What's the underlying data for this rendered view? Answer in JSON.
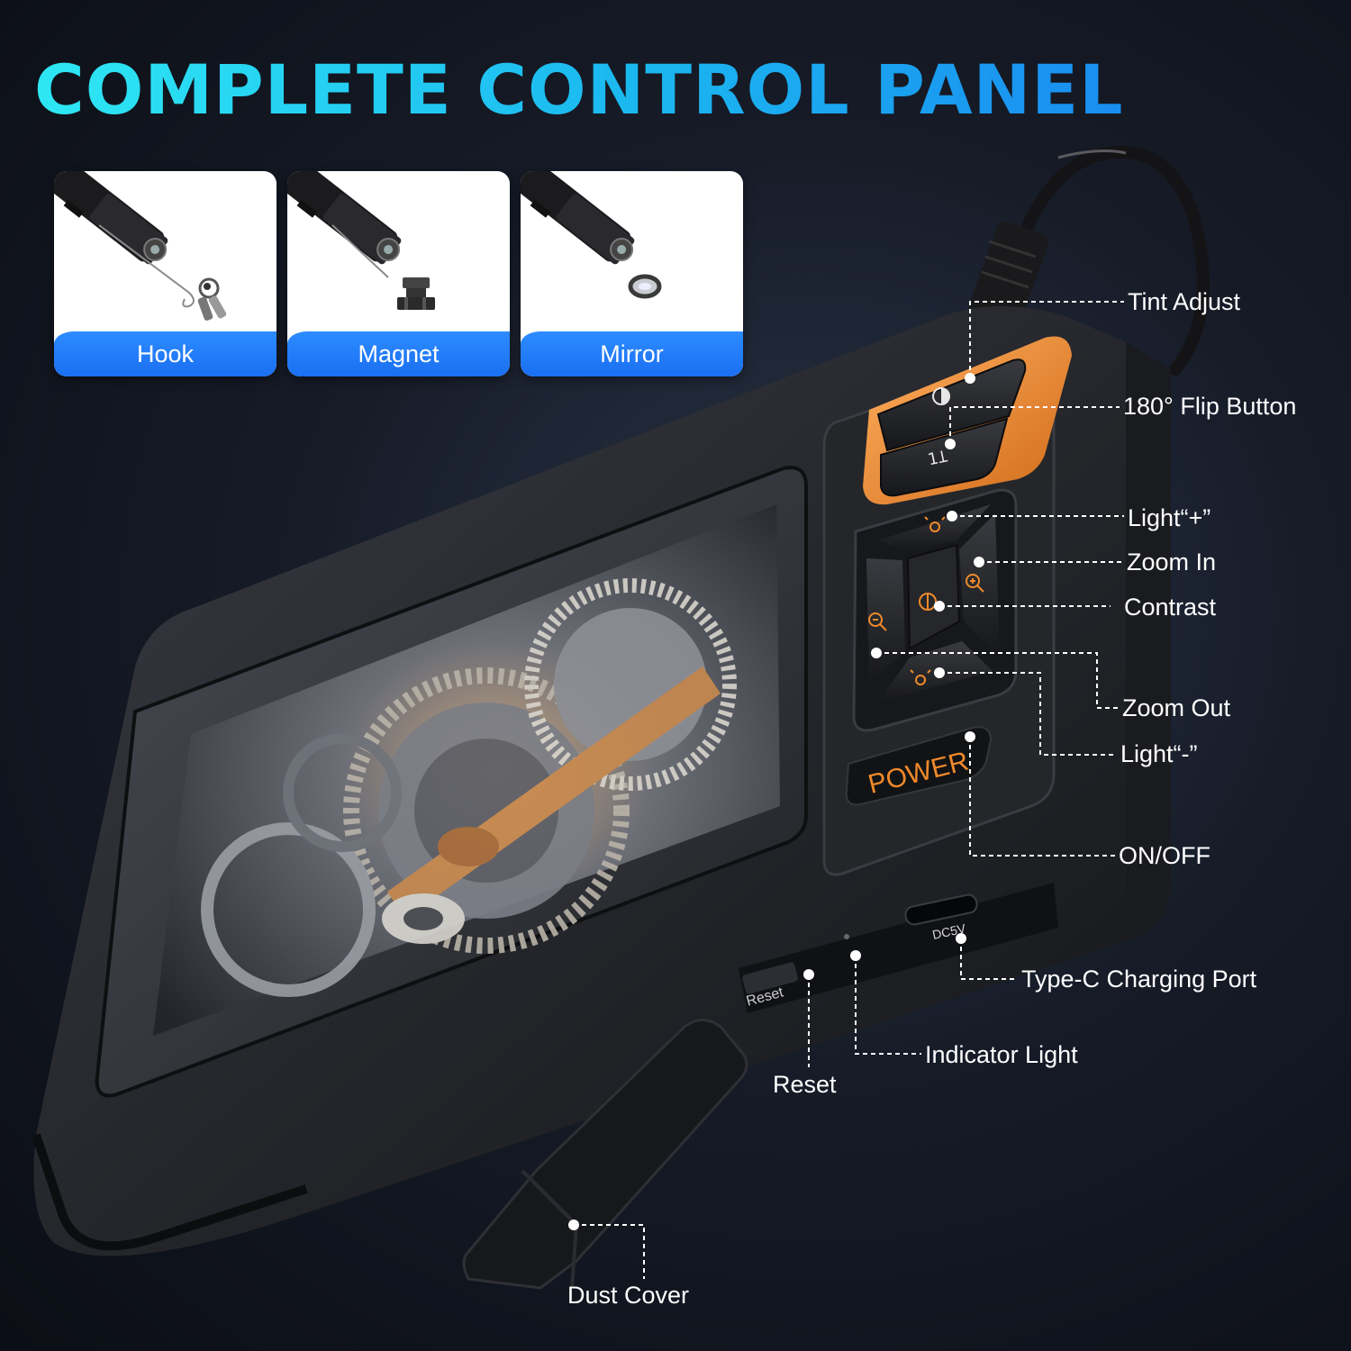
{
  "headline": "COMPLETE CONTROL PANEL",
  "accessories": [
    {
      "label": "Hook"
    },
    {
      "label": "Magnet"
    },
    {
      "label": "Mirror"
    }
  ],
  "device": {
    "power_label": "POWER",
    "reset_label": "Reset",
    "port_label": "DC5V"
  },
  "callouts": {
    "tint_adjust": "Tint Adjust",
    "flip": "180° Flip Button",
    "light_plus": "Light“+”",
    "zoom_in": "Zoom In",
    "contrast": "Contrast",
    "zoom_out": "Zoom Out",
    "light_minus": "Light“-”",
    "on_off": "ON/OFF",
    "type_c": "Type-C Charging Port",
    "indicator": "Indicator Light",
    "reset": "Reset",
    "dust_cover": "Dust Cover"
  },
  "colors": {
    "headline_start": "#2ee7f3",
    "headline_end": "#1a8df0",
    "label_bar": "#1a6ff2",
    "accent_orange": "#f08a2a",
    "body_dark": "#1c1e22"
  }
}
